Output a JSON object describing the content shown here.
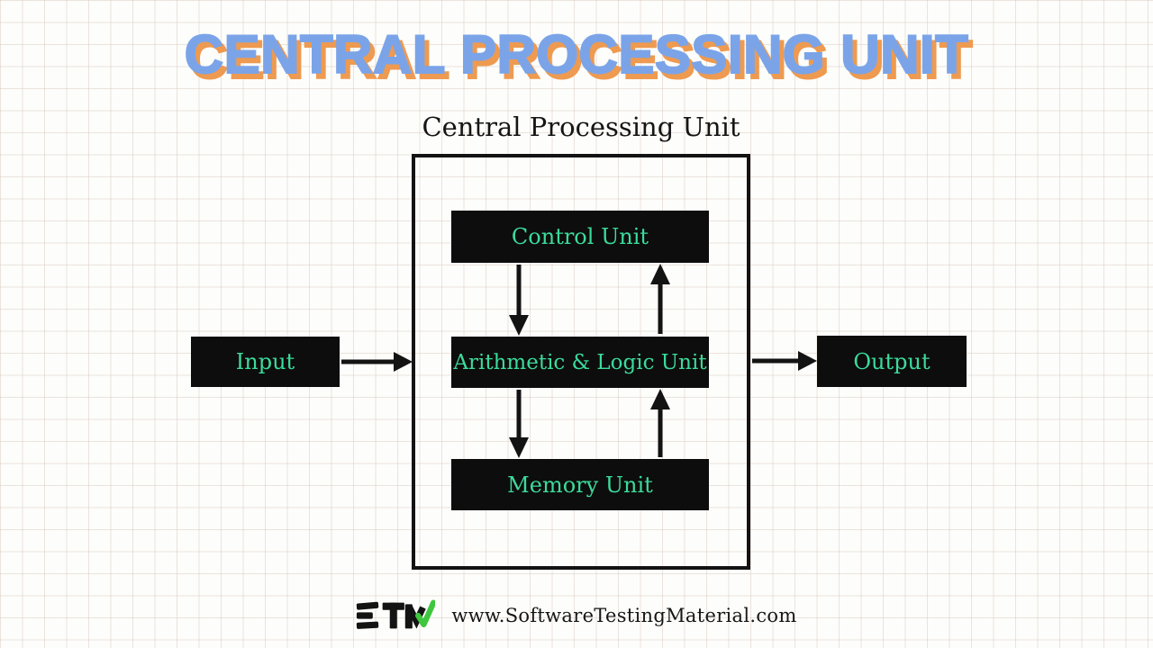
{
  "header": {
    "title": "CENTRAL PROCESSING UNIT"
  },
  "diagram": {
    "cpu_label": "Central Processing Unit",
    "nodes": {
      "control": "Control Unit",
      "alu": "Arithmetic & Logic Unit",
      "memory": "Memory Unit",
      "input": "Input",
      "output": "Output"
    },
    "arrows": [
      {
        "name": "input-to-cpu",
        "from": "Input",
        "to": "Central Processing Unit",
        "direction": "right"
      },
      {
        "name": "cpu-to-output",
        "from": "Central Processing Unit",
        "to": "Output",
        "direction": "right"
      },
      {
        "name": "control-to-alu",
        "from": "Control Unit",
        "to": "Arithmetic & Logic Unit",
        "direction": "down"
      },
      {
        "name": "alu-to-control",
        "from": "Arithmetic & Logic Unit",
        "to": "Control Unit",
        "direction": "up"
      },
      {
        "name": "alu-to-memory",
        "from": "Arithmetic & Logic Unit",
        "to": "Memory Unit",
        "direction": "down"
      },
      {
        "name": "memory-to-alu",
        "from": "Memory Unit",
        "to": "Arithmetic & Logic Unit",
        "direction": "up"
      }
    ]
  },
  "footer": {
    "logo": "STM",
    "url": "www.SoftwareTestingMaterial.com"
  },
  "colors": {
    "background": "#fdfdfb",
    "title_fill": "#7ba4e8",
    "title_shadow": "#ee9a50",
    "node_bg": "#0d0d0d",
    "node_text": "#3bdb9b",
    "line": "#131313",
    "logo_check": "#3ec73e"
  }
}
